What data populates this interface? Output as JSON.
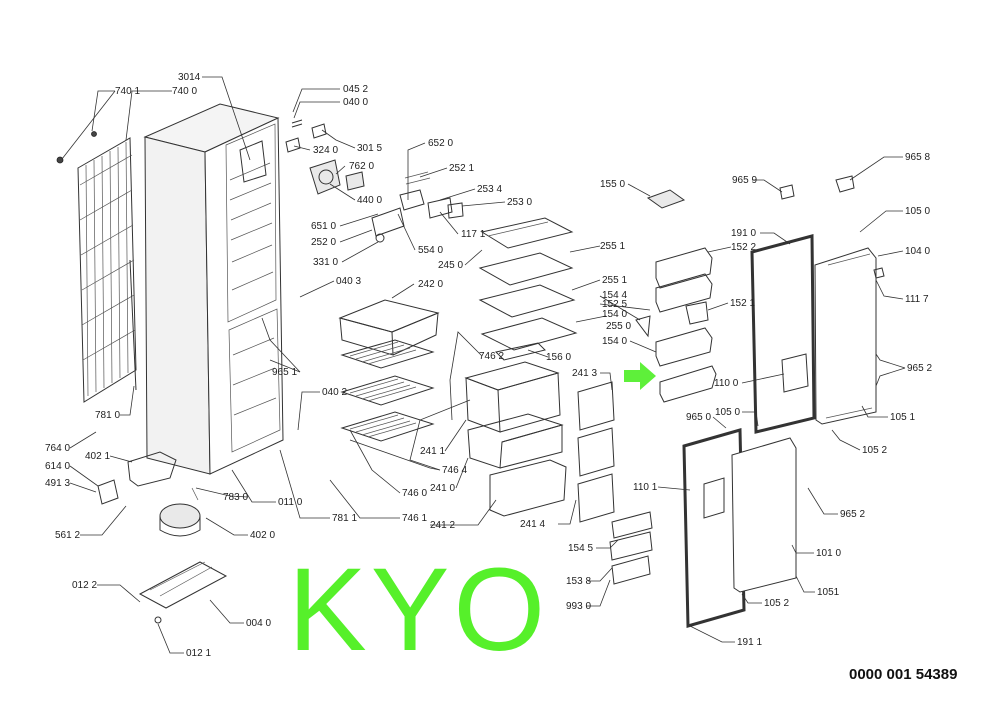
{
  "colors": {
    "watermark": "#56f02a",
    "arrow": "#5ef03a",
    "lines": "#333333"
  },
  "watermark": "KYO",
  "serial": "0000 001 54389",
  "labels": [
    "740 1",
    "740 0",
    "3014",
    "045 2",
    "040 0",
    "301 5",
    "324 0",
    "762 0",
    "440 0",
    "652 0",
    "252 1",
    "253 4",
    "253 0",
    "651 0",
    "252 0",
    "117 1",
    "554 0",
    "331 0",
    "245 0",
    "255 1",
    "155 0",
    "965 9",
    "965 8",
    "105 0",
    "191 0",
    "152 2",
    "104 0",
    "040 3",
    "242 0",
    "255 1",
    "154 4",
    "152 5",
    "154 0",
    "255 0",
    "152 1",
    "111 7",
    "965 1",
    "746 2",
    "156 0",
    "241 3",
    "154 0",
    "965 2",
    "110 0",
    "781 0",
    "040 2",
    "105 0",
    "105 1",
    "965 0",
    "764 0",
    "241 1",
    "105 2",
    "402 1",
    "746 4",
    "614 0",
    "241 0",
    "110 1",
    "491 3",
    "746 0",
    "783 0",
    "011 0",
    "241 4",
    "965 2",
    "781 1",
    "746 1",
    "241 2",
    "561 2",
    "402 0",
    "154 5",
    "101 0",
    "153 8",
    "012 2",
    "1051",
    "993 0",
    "105 2",
    "004 0",
    "191  1",
    "012 1"
  ]
}
